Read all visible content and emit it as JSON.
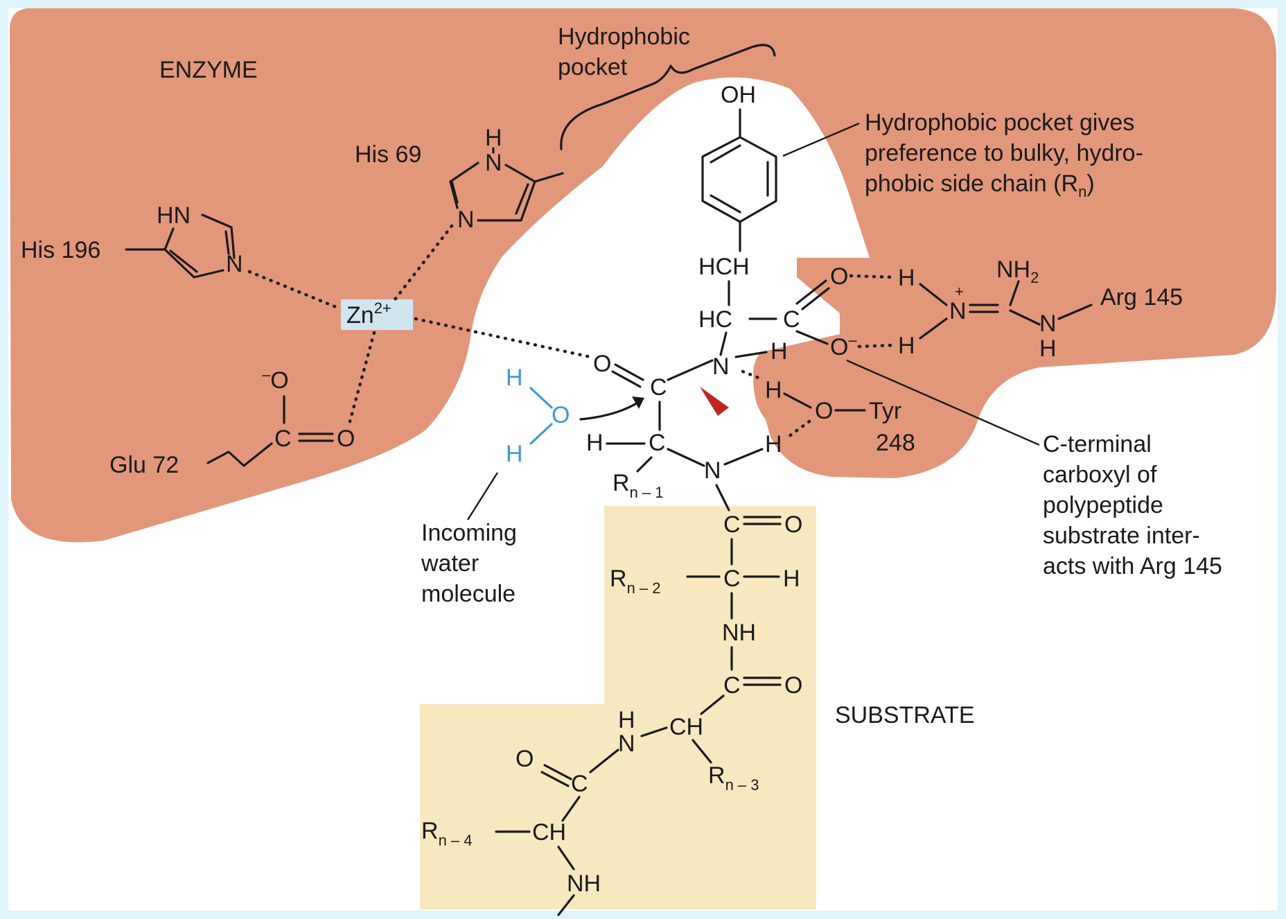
{
  "colors": {
    "frame": "#dff3fa",
    "enzyme": "#e3977a",
    "substrate_bg": "#f8e8c0",
    "pocket": "#ffffff",
    "water": "#3c9ad6",
    "zn_box": "#cfe6f0",
    "scissile": "#c0261f"
  },
  "labels": {
    "enzyme": "ENZYME",
    "substrate": "SUBSTRATE",
    "hydrophobic_pocket_1": "Hydrophobic",
    "hydrophobic_pocket_2": "pocket",
    "pocket_note_1": "Hydrophobic pocket gives",
    "pocket_note_2": "preference to bulky, hydro-",
    "pocket_note_3": "phobic side chain (R",
    "pocket_note_sub": "n",
    "pocket_note_end": ")",
    "cterm_1": "C-terminal",
    "cterm_2": "carboxyl of",
    "cterm_3": "polypeptide",
    "cterm_4": "substrate inter-",
    "cterm_5": "acts with Arg 145",
    "water_1": "Incoming",
    "water_2": "water",
    "water_3": "molecule"
  },
  "residues": {
    "his69": "His 69",
    "his196": "His 196",
    "glu72": "Glu 72",
    "arg145": "Arg 145",
    "tyr": "Tyr",
    "tyr_num": "248",
    "zn": "Zn",
    "zn_charge": "2+"
  },
  "atoms": {
    "oh": "OH",
    "hch": "HCH",
    "hc": "HC",
    "c": "C",
    "o": "O",
    "o_minus": "O",
    "minus": "–",
    "n": "N",
    "h": "H",
    "hn": "HN",
    "nh": "NH",
    "nh2": "NH",
    "two": "2",
    "plus": "+",
    "ch": "CH",
    "r": "R",
    "sub_n1": "n – 1",
    "sub_n2": "n – 2",
    "sub_n3": "n – 3",
    "sub_n4": "n – 4",
    "glu_o": "O",
    "glu_minus": "–"
  }
}
